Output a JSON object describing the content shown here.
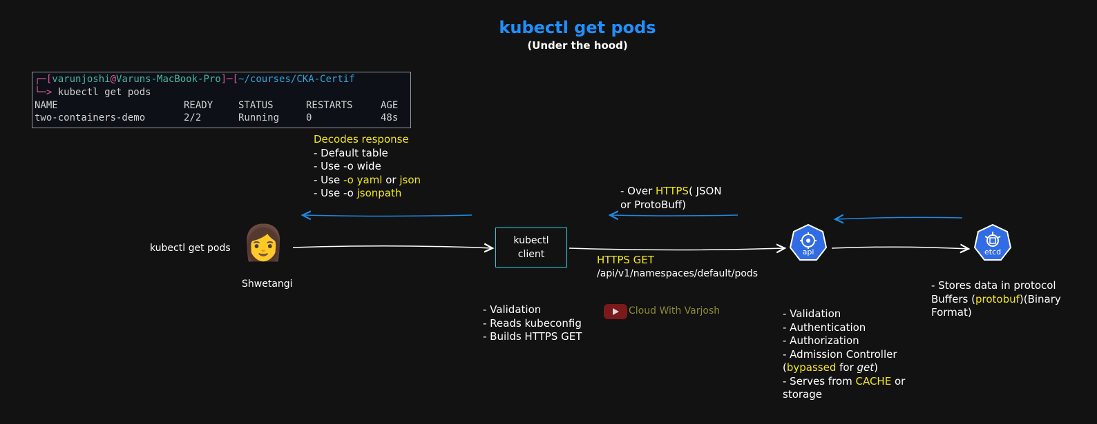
{
  "header": {
    "title": "kubectl get pods",
    "subtitle": "(Under the hood)"
  },
  "terminal": {
    "prompt_user": "varunjoshi",
    "prompt_at": "@",
    "prompt_host": "Varuns-MacBook-Pro",
    "prompt_path": "~/courses/CKA-Certif",
    "command": "kubectl get pods",
    "columns": [
      "NAME",
      "READY",
      "STATUS",
      "RESTARTS",
      "AGE"
    ],
    "row": [
      "two-containers-demo",
      "2/2",
      "Running",
      "0",
      "48s"
    ]
  },
  "decode_note": {
    "heading": "Decodes response",
    "line1": "- Default table",
    "line2": "- Use -o wide",
    "line3_prefix": "- Use ",
    "line3_yaml": "-o yaml",
    "line3_or": " or ",
    "line3_json": "json",
    "line4_prefix": "- Use -o ",
    "line4_jsonpath": "jsonpath"
  },
  "response_note": {
    "line1_prefix": "- Over ",
    "line1_https": "HTTPS",
    "line1_suffix": "( JSON",
    "line2": "or ProtoBuff)"
  },
  "user": {
    "command_label": "kubectl get pods",
    "name": "Shwetangi",
    "emoji": "👩"
  },
  "client": {
    "line1": "kubectl",
    "line2": "client",
    "notes": [
      "- Validation",
      "- Reads kubeconfig",
      "- Builds HTTPS GET"
    ]
  },
  "request": {
    "method": "HTTPS GET",
    "path": "/api/v1/namespaces/default/pods"
  },
  "watermark": {
    "text": "Cloud With Varjosh"
  },
  "api": {
    "label": "api",
    "notes": {
      "l1": "- Validation",
      "l2": "- Authentication",
      "l3": "- Authorization",
      "l4": "- Admission Controller",
      "l5_open": "(",
      "l5_bypassed": "bypassed",
      "l5_for": " for ",
      "l5_get": "get",
      "l5_close": ")",
      "l6_prefix": "- Serves from ",
      "l6_cache": "CACHE",
      "l6_suffix": " or",
      "l7": "storage"
    }
  },
  "etcd": {
    "label": "etcd",
    "notes": {
      "l1": "- Stores data in protocol",
      "l2_prefix": "Buffers (",
      "l2_protobuf": "protobuf",
      "l2_suffix": ")(Binary",
      "l3": "Format)"
    }
  },
  "colors": {
    "title": "#1e90ff",
    "highlight": "#f2e71c",
    "response_arrow": "#1e88e5",
    "request_arrow": "#ffffff",
    "client_border": "#22d3e6",
    "k8s_badge": "#326ce5"
  }
}
